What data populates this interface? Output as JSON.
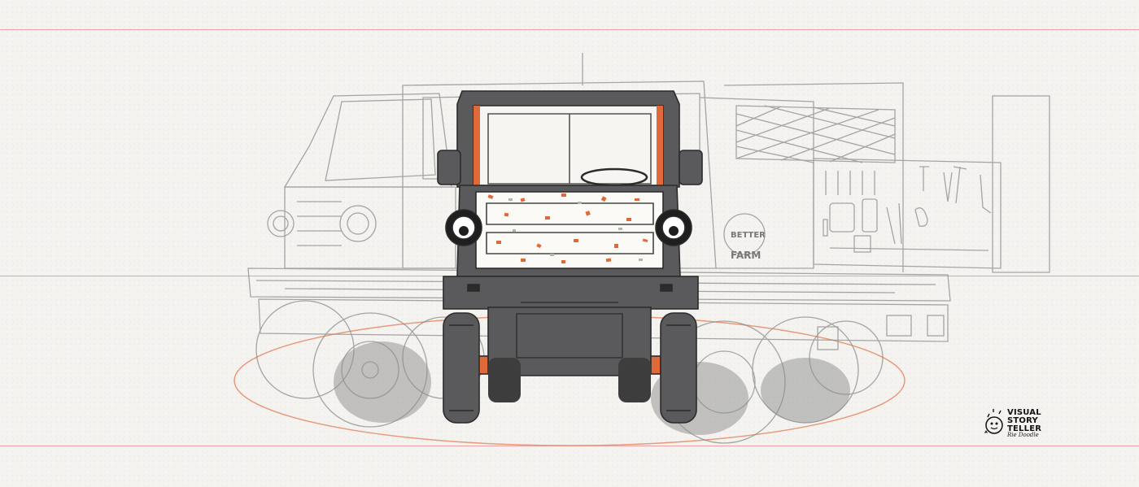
{
  "artwork": {
    "subject": "utility-vehicle-sketch",
    "colors": {
      "paper": "#f4f3f0",
      "guide_line": "#e9a3a6",
      "body_dark": "#5a5a5c",
      "accent_orange": "#e0693a",
      "ghost_line": "#8a8a8a",
      "grille_fill": "#fbfaf7"
    },
    "side_panel_text": {
      "line1": "BETTER",
      "line2": "FARM"
    }
  },
  "logo": {
    "line1": "VISUAL",
    "line2": "STORY",
    "line3": "TELLER",
    "signature": "Rie Doodle"
  }
}
